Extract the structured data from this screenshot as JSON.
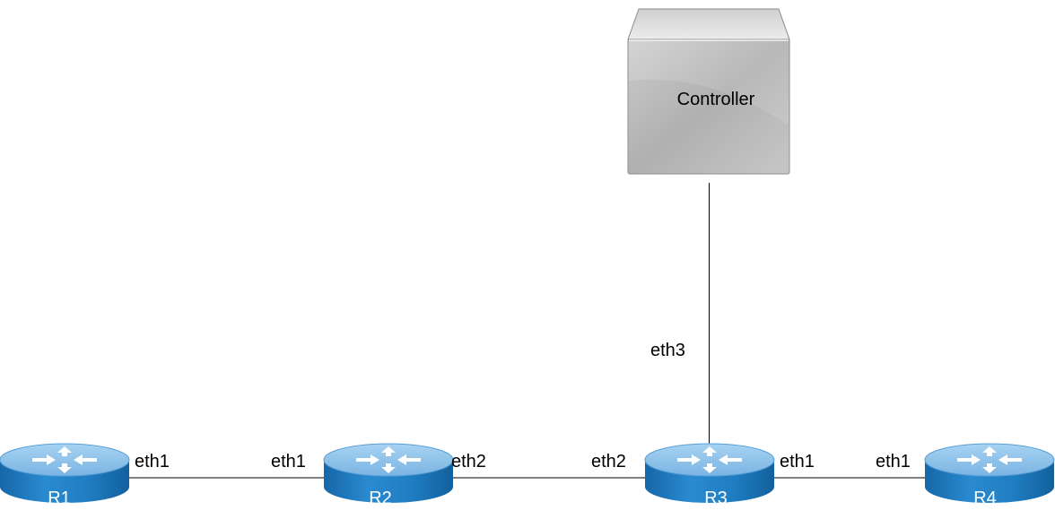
{
  "diagram": {
    "controller": {
      "label": "Controller"
    },
    "routers": [
      {
        "id": "R1",
        "label": "R1"
      },
      {
        "id": "R2",
        "label": "R2"
      },
      {
        "id": "R3",
        "label": "R3"
      },
      {
        "id": "R4",
        "label": "R4"
      }
    ],
    "links": [
      {
        "from": "R1",
        "from_if": "eth1",
        "to": "R2",
        "to_if": "eth1"
      },
      {
        "from": "R2",
        "from_if": "eth2",
        "to": "R3",
        "to_if": "eth2"
      },
      {
        "from": "R3",
        "from_if": "eth1",
        "to": "R4",
        "to_if": "eth1"
      },
      {
        "from": "R3",
        "from_if": "eth3",
        "to": "Controller",
        "to_if": ""
      }
    ],
    "interface_labels": {
      "r1_eth1": "eth1",
      "r2_eth1": "eth1",
      "r2_eth2": "eth2",
      "r3_eth2": "eth2",
      "r3_eth1": "eth1",
      "r4_eth1": "eth1",
      "r3_eth3": "eth3"
    },
    "colors": {
      "router_top": "#8fc3ea",
      "router_side": "#1f7cc0",
      "controller_face": "#c4c4c4",
      "line": "#000000"
    }
  }
}
